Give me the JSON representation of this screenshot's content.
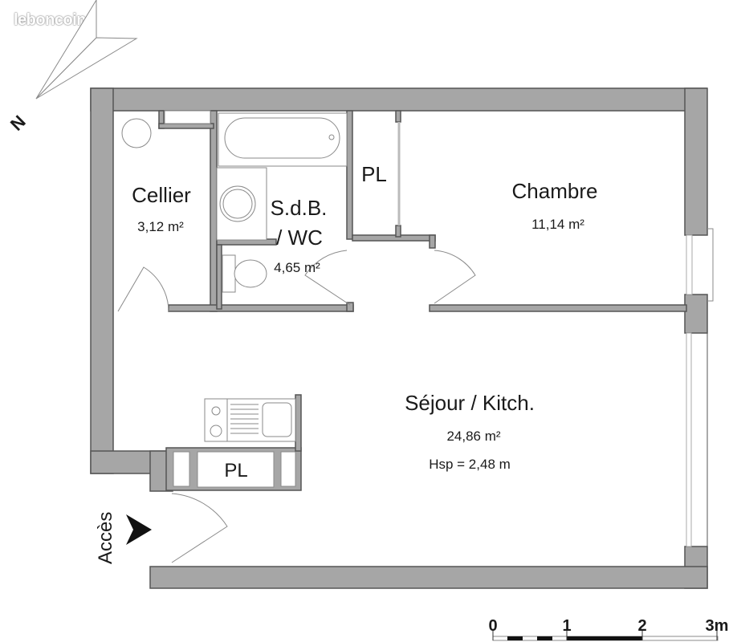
{
  "watermark": "leboncoin",
  "compass": {
    "label": "N"
  },
  "rooms": [
    {
      "name": "Cellier",
      "area": "3,12 m²"
    },
    {
      "name": "S.d.B.",
      "name_line2": "/ WC",
      "area": "4,65 m²"
    },
    {
      "name": "PL"
    },
    {
      "name": "Chambre",
      "area": "11,14 m²"
    },
    {
      "name": "Séjour / Kitch.",
      "area": "24,86 m²",
      "height": "Hsp = 2,48 m"
    },
    {
      "name": "PL"
    }
  ],
  "entrance": {
    "label": "Accès"
  },
  "scale_bar": {
    "ticks": [
      "0",
      "1",
      "2",
      "3m"
    ]
  },
  "colors": {
    "wall": "#a6a6a6",
    "wall_stroke": "#555555",
    "fixture_stroke": "#8a8a8a",
    "text": "#1a1a1a"
  }
}
